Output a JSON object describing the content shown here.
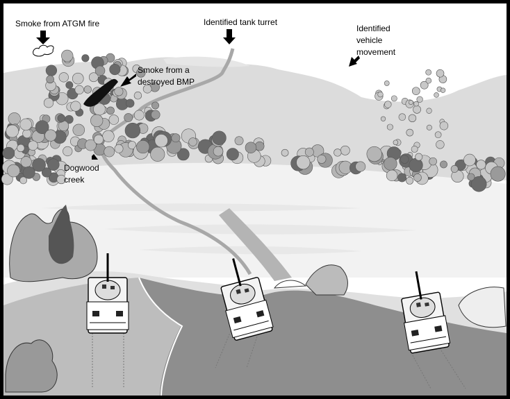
{
  "labels": {
    "atgm_smoke": "Smoke from ATGM fire",
    "tank_turret": "Identified tank turret",
    "vehicle_movement": [
      "Identified",
      "vehicle",
      "movement"
    ],
    "bmp_smoke": [
      "Smoke from a",
      "destroyed BMP"
    ],
    "creek": [
      "Dogwood",
      "creek"
    ]
  },
  "colors": {
    "hill": "#dcdcdc",
    "tree_light": "#c8c8c8",
    "tree_mid": "#9a9a9a",
    "tree_dark": "#6a6a6a",
    "creek": "#a8a8a8",
    "road": "#8e8e8e",
    "ground": "#ffffff"
  }
}
